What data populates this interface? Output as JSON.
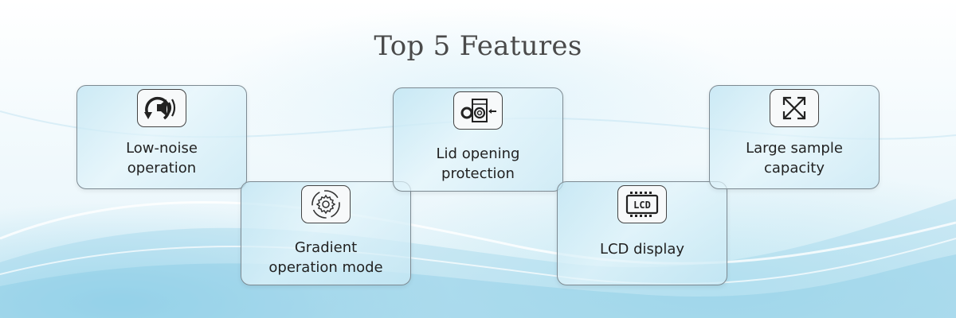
{
  "header": {
    "title": "Top 5 Features"
  },
  "features": [
    {
      "line1": "Low-noise",
      "line2": "operation",
      "icon": "low-noise-icon"
    },
    {
      "line1": "Gradient",
      "line2": "operation mode",
      "icon": "gradient-mode-icon"
    },
    {
      "line1": "Lid opening",
      "line2": "protection",
      "icon": "lid-protection-icon"
    },
    {
      "line1": "LCD display",
      "line2": "",
      "icon": "lcd-display-icon",
      "icon_text": "LCD"
    },
    {
      "line1": "Large sample",
      "line2": "capacity",
      "icon": "expand-arrows-icon"
    }
  ],
  "colors": {
    "accent": "#bfe4f2",
    "border": "#7d8a92",
    "title": "#4a4a4a"
  }
}
